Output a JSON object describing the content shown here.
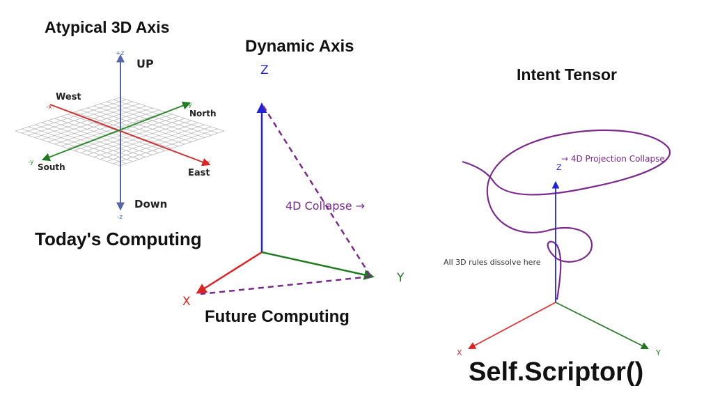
{
  "panel1": {
    "title": "Atypical 3D Axis",
    "caption": "Today's Computing",
    "labels": {
      "up": "UP",
      "down": "Down",
      "west": "West",
      "north": "North",
      "south": "South",
      "east": "East",
      "plus_z": "+z",
      "minus_z": "-z",
      "minus_x": "-x",
      "plus_x": "+x",
      "plus_y": "+y",
      "minus_y": "-y"
    }
  },
  "panel2": {
    "title": "Dynamic Axis",
    "caption": "Future Computing",
    "labels": {
      "z": "Z",
      "x": "X",
      "y": "Y",
      "collapse": "4D Collapse →"
    }
  },
  "panel3": {
    "title": "Intent Tensor",
    "caption": "Self.Scriptor()",
    "labels": {
      "projection": "→ 4D Projection Collapse",
      "z": "Z",
      "dissolve": "All 3D rules dissolve here",
      "x": "X",
      "y": "Y"
    }
  },
  "colors": {
    "axis_z": "#2222dd",
    "axis_x": "#dd2222",
    "axis_y": "#1f7a1f",
    "collapse": "#7a2a8a",
    "grid": "#b8b8b8",
    "axis_z_panel1": "#5566aa"
  }
}
